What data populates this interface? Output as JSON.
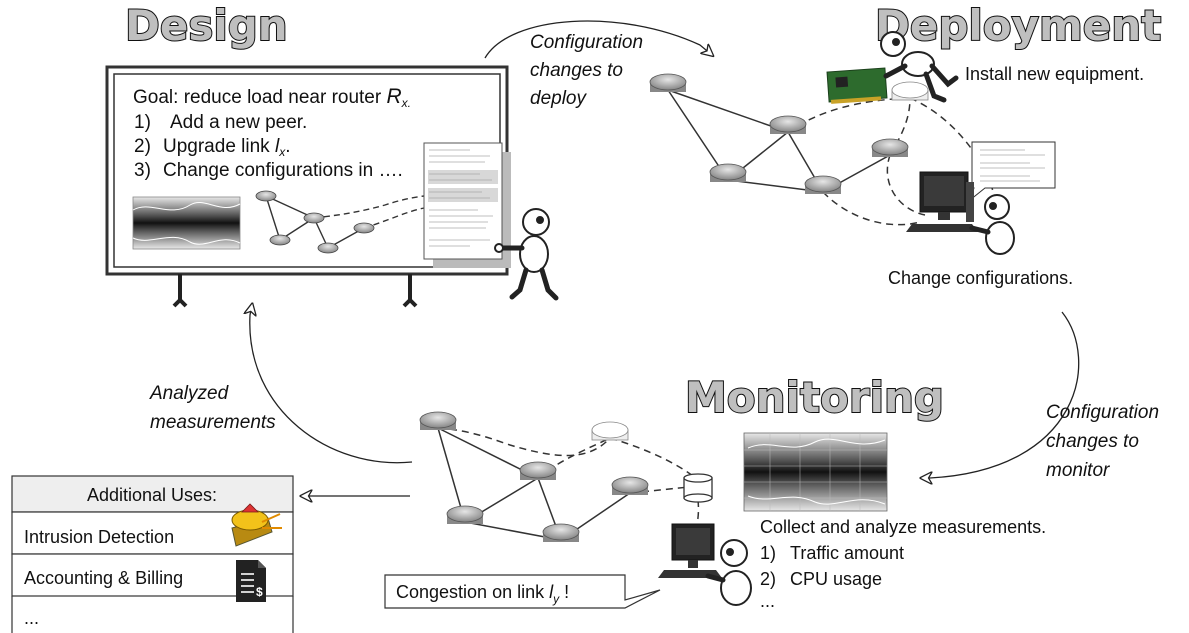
{
  "titles": {
    "design": "Design",
    "deployment": "Deployment",
    "monitoring": "Monitoring"
  },
  "design_board": {
    "goal_prefix": "Goal: reduce load near router ",
    "goal_var": "R",
    "goal_sub": "x.",
    "steps": [
      {
        "num": "1)",
        "text": "Add a new peer."
      },
      {
        "num": "2)",
        "text": "Upgrade link ",
        "var": "l",
        "sub": "x",
        "tail": "."
      },
      {
        "num": "3)",
        "text": "Change configurations in …."
      }
    ]
  },
  "arrows": {
    "to_deploy": [
      "Configuration",
      "changes to",
      "deploy"
    ],
    "to_monitor": [
      "Configuration",
      "changes to",
      "monitor"
    ],
    "to_design": [
      "Analyzed",
      "measurements"
    ]
  },
  "deployment": {
    "install": "Install new equipment.",
    "change": "Change configurations."
  },
  "monitoring": {
    "collect": "Collect and analyze measurements.",
    "items": [
      {
        "num": "1)",
        "text": "Traffic amount"
      },
      {
        "num": "2)",
        "text": "CPU usage"
      },
      {
        "num": "",
        "text": "..."
      }
    ],
    "alert_prefix": "Congestion on link ",
    "alert_var": "l",
    "alert_sub": "y",
    "alert_suffix": " !"
  },
  "uses": {
    "header": "Additional Uses:",
    "items": [
      "Intrusion Detection",
      "Accounting & Billing",
      "..."
    ]
  },
  "colors": {
    "title_fill": "#bfbfbf",
    "router": "#a8a8a8",
    "uses_header_bg": "#eeeeee",
    "alarm_yellow": "#f2c21a"
  }
}
